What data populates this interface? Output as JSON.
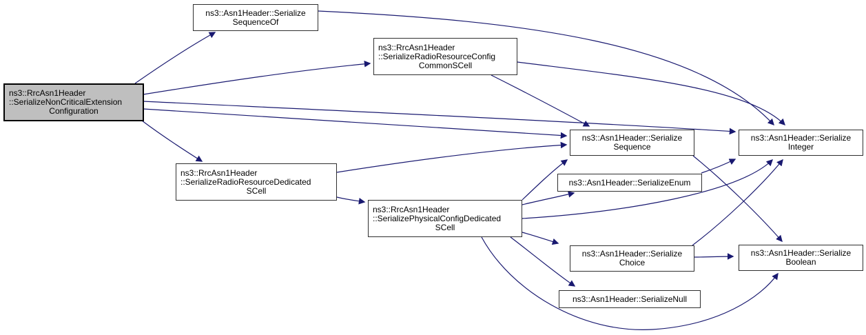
{
  "diagram": {
    "type": "call-graph",
    "colors": {
      "background": "#ffffff",
      "edge": "#191970",
      "node_fill": "#ffffff",
      "node_border": "#2e2e2e",
      "highlight_fill": "#bfbfbf",
      "highlight_border": "#000000",
      "text": "#000000"
    },
    "nodes": [
      {
        "id": "nonCriticalExtensionConfiguration",
        "highlighted": true,
        "lines": [
          "ns3::RrcAsn1Header",
          "::SerializeNonCriticalExtension",
          "Configuration"
        ]
      },
      {
        "id": "sequenceOf",
        "highlighted": false,
        "lines": [
          "ns3::Asn1Header::Serialize",
          "SequenceOf"
        ]
      },
      {
        "id": "radioResourceConfigCommonSCell",
        "highlighted": false,
        "lines": [
          "ns3::RrcAsn1Header",
          "::SerializeRadioResourceConfig",
          "CommonSCell"
        ]
      },
      {
        "id": "radioResourceDedicatedSCell",
        "highlighted": false,
        "lines": [
          "ns3::RrcAsn1Header",
          "::SerializeRadioResourceDedicated",
          "SCell"
        ]
      },
      {
        "id": "physicalConfigDedicatedSCell",
        "highlighted": false,
        "lines": [
          "ns3::RrcAsn1Header",
          "::SerializePhysicalConfigDedicated",
          "SCell"
        ]
      },
      {
        "id": "sequence",
        "highlighted": false,
        "lines": [
          "ns3::Asn1Header::Serialize",
          "Sequence"
        ]
      },
      {
        "id": "integer",
        "highlighted": false,
        "lines": [
          "ns3::Asn1Header::Serialize",
          "Integer"
        ]
      },
      {
        "id": "enum",
        "highlighted": false,
        "lines": [
          "ns3::Asn1Header::SerializeEnum"
        ]
      },
      {
        "id": "choice",
        "highlighted": false,
        "lines": [
          "ns3::Asn1Header::Serialize",
          "Choice"
        ]
      },
      {
        "id": "boolean",
        "highlighted": false,
        "lines": [
          "ns3::Asn1Header::Serialize",
          "Boolean"
        ]
      },
      {
        "id": "null",
        "highlighted": false,
        "lines": [
          "ns3::Asn1Header::SerializeNull"
        ]
      }
    ],
    "edges": [
      {
        "from": "nonCriticalExtensionConfiguration",
        "to": "sequenceOf"
      },
      {
        "from": "nonCriticalExtensionConfiguration",
        "to": "radioResourceConfigCommonSCell"
      },
      {
        "from": "nonCriticalExtensionConfiguration",
        "to": "integer"
      },
      {
        "from": "nonCriticalExtensionConfiguration",
        "to": "sequence"
      },
      {
        "from": "nonCriticalExtensionConfiguration",
        "to": "radioResourceDedicatedSCell"
      },
      {
        "from": "sequenceOf",
        "to": "integer"
      },
      {
        "from": "radioResourceConfigCommonSCell",
        "to": "sequence"
      },
      {
        "from": "radioResourceConfigCommonSCell",
        "to": "integer"
      },
      {
        "from": "radioResourceDedicatedSCell",
        "to": "sequence"
      },
      {
        "from": "radioResourceDedicatedSCell",
        "to": "physicalConfigDedicatedSCell"
      },
      {
        "from": "physicalConfigDedicatedSCell",
        "to": "sequence"
      },
      {
        "from": "physicalConfigDedicatedSCell",
        "to": "enum"
      },
      {
        "from": "physicalConfigDedicatedSCell",
        "to": "integer"
      },
      {
        "from": "physicalConfigDedicatedSCell",
        "to": "choice"
      },
      {
        "from": "physicalConfigDedicatedSCell",
        "to": "null"
      },
      {
        "from": "physicalConfigDedicatedSCell",
        "to": "boolean"
      },
      {
        "from": "enum",
        "to": "integer"
      },
      {
        "from": "choice",
        "to": "integer"
      },
      {
        "from": "choice",
        "to": "boolean"
      },
      {
        "from": "sequence",
        "to": "boolean"
      }
    ]
  }
}
